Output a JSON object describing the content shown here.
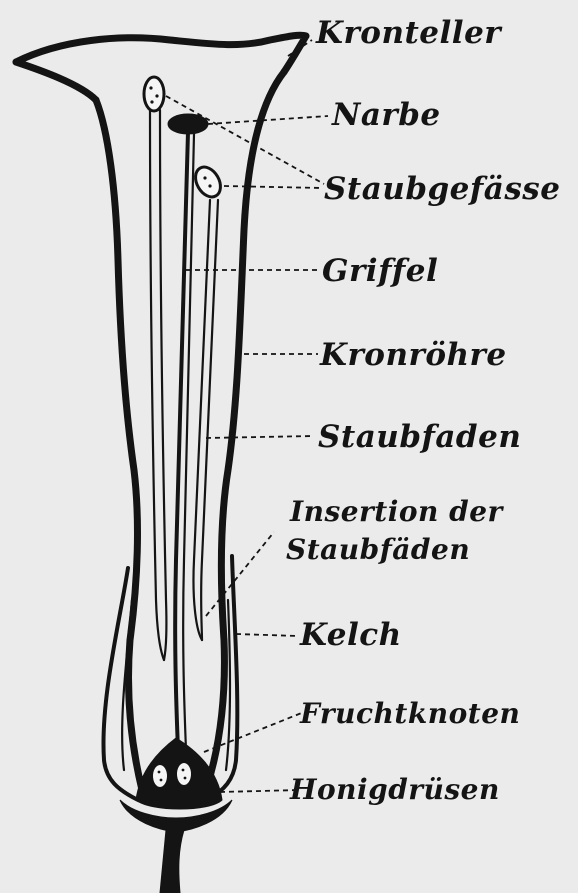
{
  "labels": {
    "kronteller": "Kronteller",
    "narbe": "Narbe",
    "staubgefaesse": "Staubgefässe",
    "griffel": "Griffel",
    "kronroehre": "Kronröhre",
    "staubfaden": "Staubfaden",
    "insertion_line1": "Insertion der",
    "insertion_line2": "Staubfäden",
    "kelch": "Kelch",
    "fruchtknoten": "Fruchtknoten",
    "honigdruesen": "Honigdrüsen"
  },
  "colors": {
    "ink": "#141414",
    "paper": "#ebebeb"
  }
}
